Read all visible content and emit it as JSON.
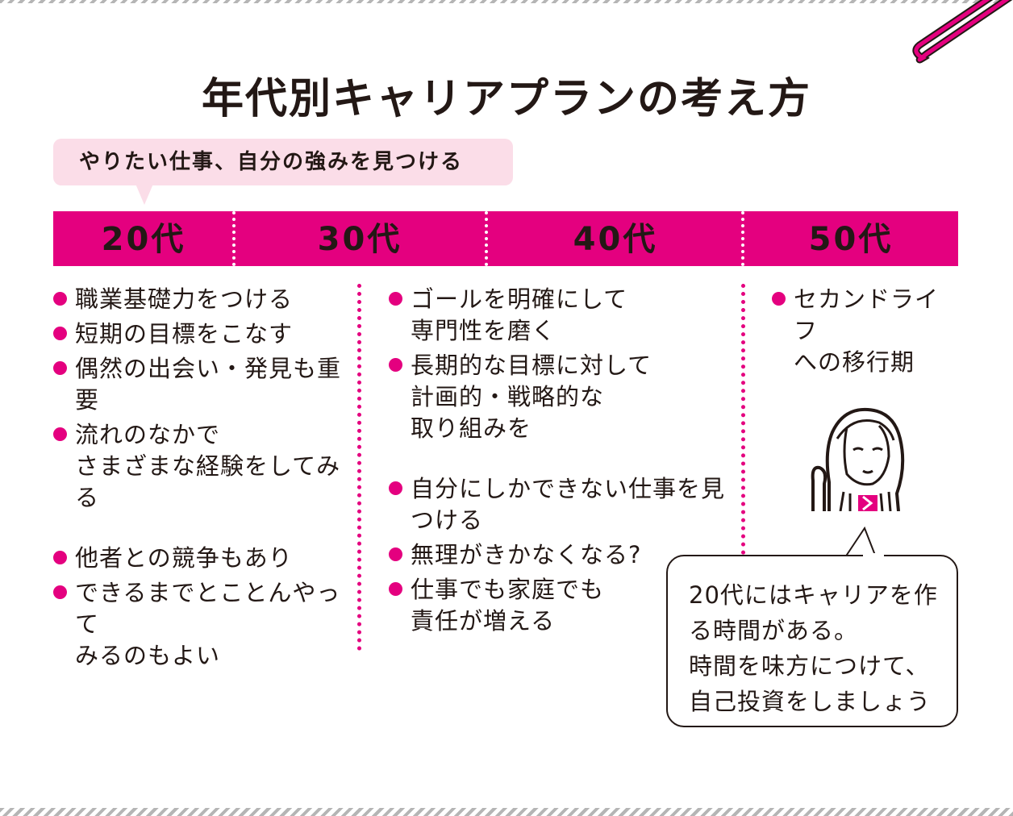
{
  "title": "年代別キャリアプランの考え方",
  "callout": "やりたい仕事、自分の強みを見つける",
  "ages": [
    "20代",
    "30代",
    "40代",
    "50代"
  ],
  "columns": {
    "col20": [
      {
        "lines": [
          "職業基礎力をつける"
        ]
      },
      {
        "lines": [
          "短期の目標をこなす"
        ]
      },
      {
        "lines": [
          "偶然の出会い・発見も重",
          "要"
        ]
      },
      {
        "lines": [
          "流れのなかで",
          "さまざまな経験をしてみる"
        ]
      },
      {
        "lines": [
          "他者との競争もあり"
        ]
      },
      {
        "lines": [
          "できるまでとことんやって",
          "みるのもよい"
        ]
      }
    ],
    "col3040": [
      {
        "lines": [
          "ゴールを明確にして",
          "専門性を磨く"
        ]
      },
      {
        "lines": [
          "長期的な目標に対して",
          "計画的・戦略的な",
          "取り組みを"
        ]
      },
      {
        "lines": [
          "自分にしかできない仕事を見",
          "つける"
        ]
      },
      {
        "lines": [
          "無理がきかなくなる?"
        ]
      },
      {
        "lines": [
          "仕事でも家庭でも",
          "責任が増える"
        ]
      }
    ],
    "col50": [
      {
        "lines": [
          "セカンドライフ",
          "への移行期"
        ]
      }
    ]
  },
  "bubble": {
    "lines": [
      "20代にはキャリアを作",
      "る時間がある。",
      "時間を味方につけて、",
      "自己投資をしましょう"
    ]
  },
  "colors": {
    "accent": "#e4007f",
    "callout_bg": "#fbdde8",
    "text": "#231815"
  },
  "icons": [
    "paperclip-icon",
    "woman-illustration"
  ]
}
